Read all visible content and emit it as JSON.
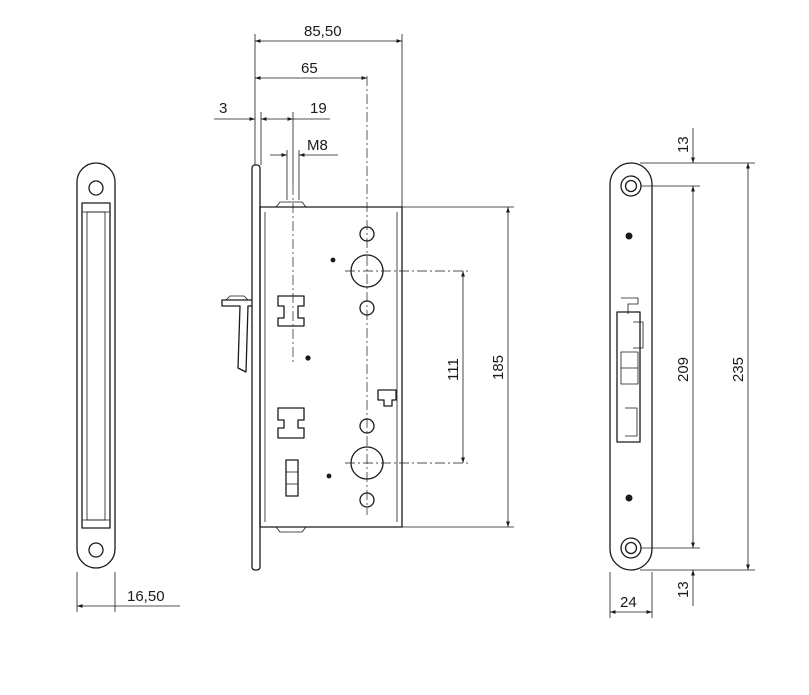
{
  "dimensions": {
    "front_width": "16,50",
    "total_depth": "85,50",
    "backset": "65",
    "faceplate_thickness": "3",
    "offset": "19",
    "screw": "M8",
    "case_height": "185",
    "center_distance": "111",
    "strike_width": "24",
    "strike_height": "235",
    "strike_hole_distance": "209",
    "strike_top_margin": "13",
    "strike_bottom_margin": "13"
  }
}
